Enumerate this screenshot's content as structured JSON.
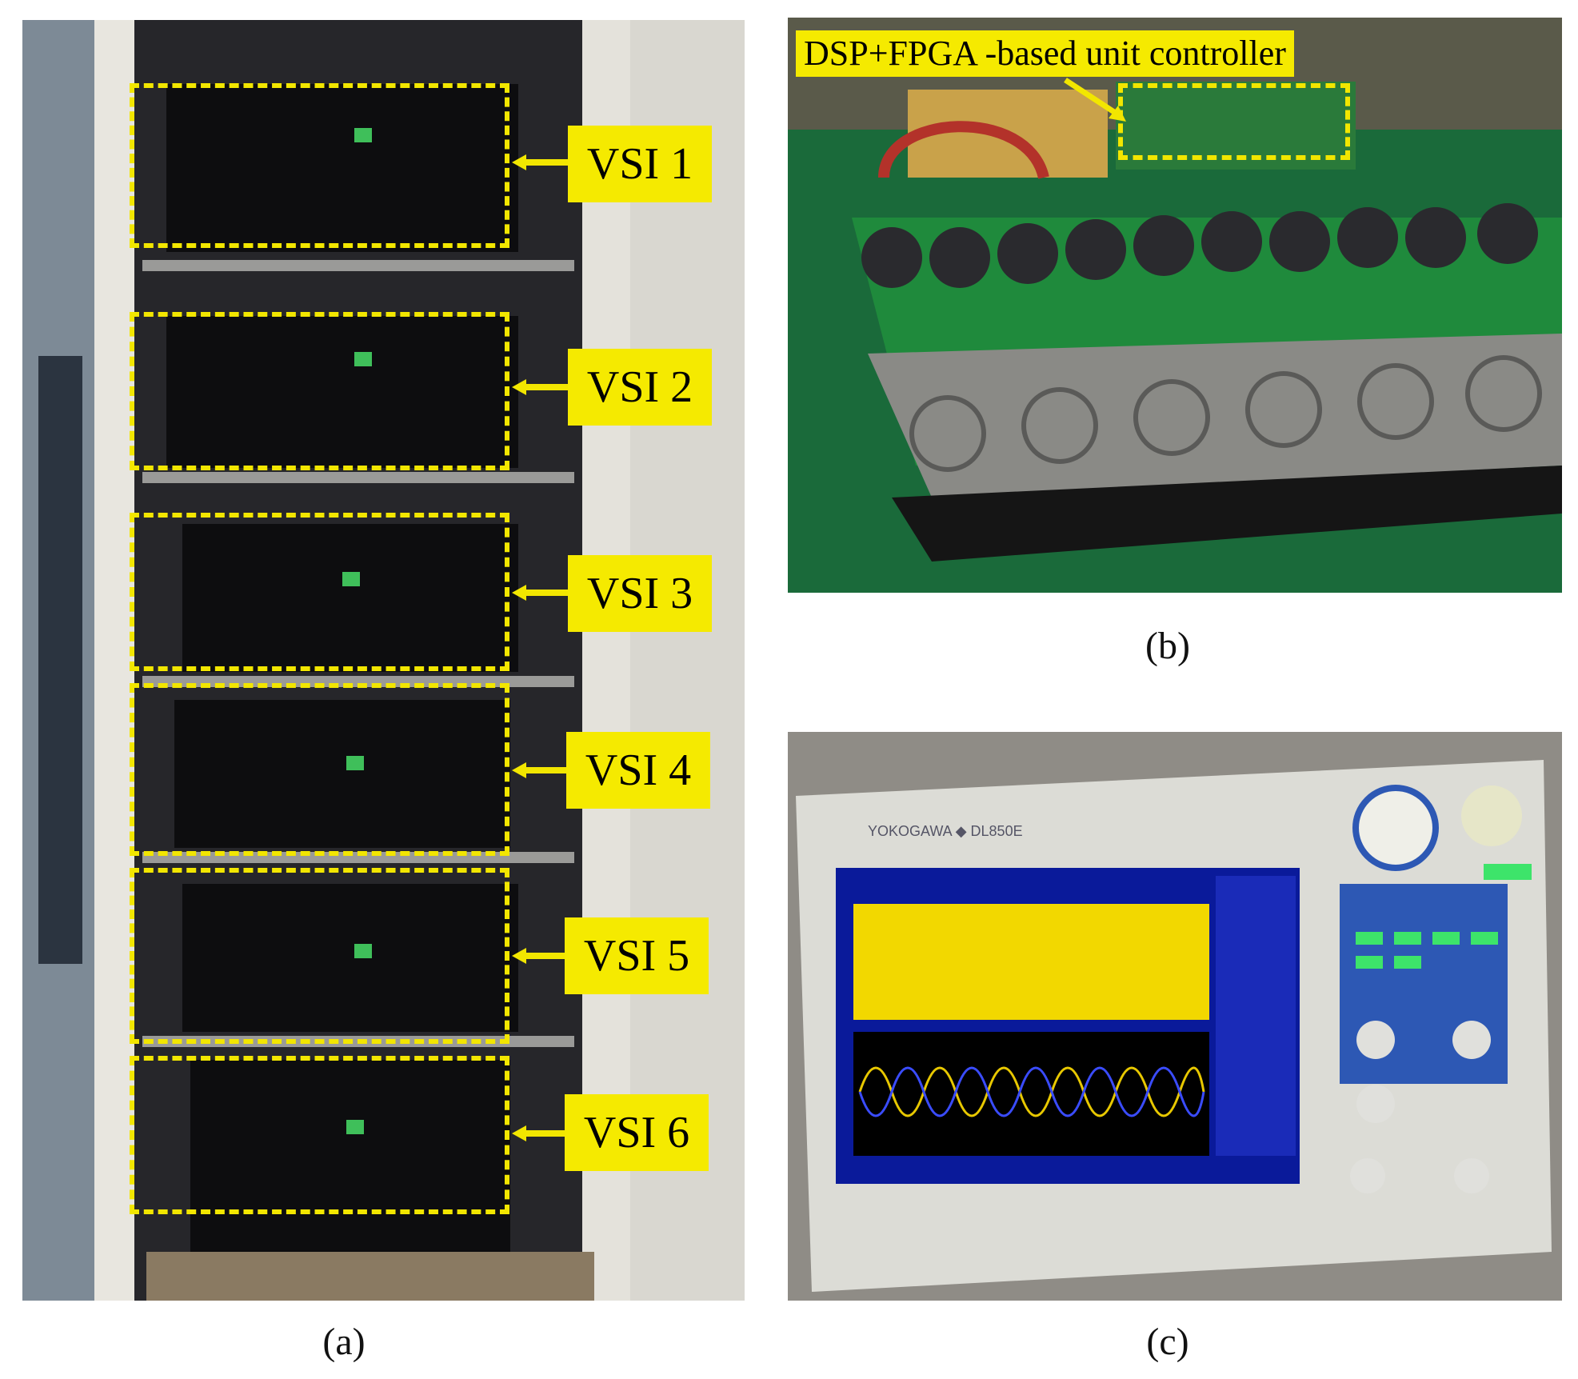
{
  "panels": {
    "a": {
      "caption": "(a)"
    },
    "b": {
      "caption": "(b)"
    },
    "c": {
      "caption": "(c)"
    }
  },
  "vsi_labels": [
    "VSI 1",
    "VSI 2",
    "VSI 3",
    "VSI 4",
    "VSI 5",
    "VSI 6"
  ],
  "controller_label": "DSP+FPGA -based unit controller",
  "oscilloscope": {
    "brand": "YOKOGAWA",
    "model": "DL850E"
  },
  "colors": {
    "highlight": "#f5ea00",
    "dashed_box": "#f2e600",
    "pcb_green": "#1f8a3c",
    "screen_blue": "#0a1a9a",
    "trace_yellow": "#f2d800"
  }
}
